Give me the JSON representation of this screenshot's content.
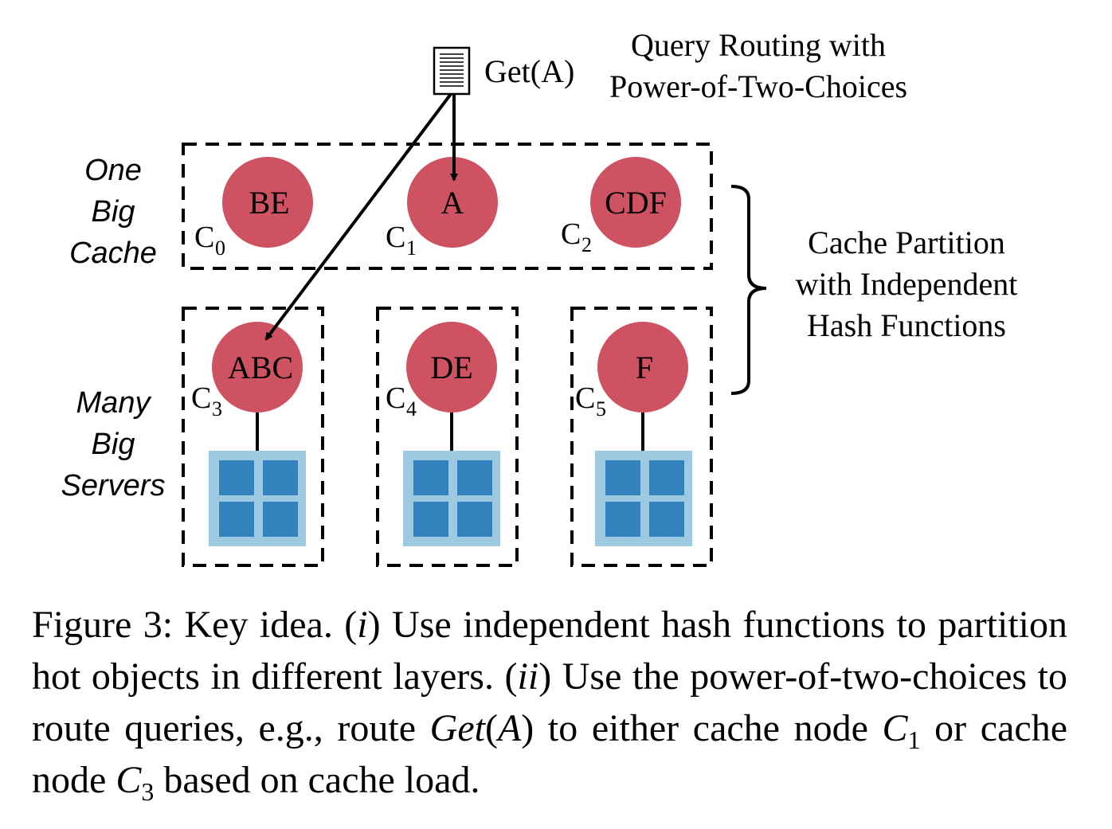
{
  "query": {
    "label": "Get(A)",
    "routing_title": [
      "Query Routing with",
      "Power-of-Two-Choices"
    ]
  },
  "layers": {
    "cache": [
      "One",
      "Big",
      "Cache"
    ],
    "servers": [
      "Many",
      "Big",
      "Servers"
    ]
  },
  "partition_label": [
    "Cache Partition",
    "with Independent",
    "Hash Functions"
  ],
  "nodes": [
    {
      "id": "C0",
      "letter": "C",
      "sub": "0",
      "objects": "BE"
    },
    {
      "id": "C1",
      "letter": "C",
      "sub": "1",
      "objects": "A"
    },
    {
      "id": "C2",
      "letter": "C",
      "sub": "2",
      "objects": "CDF"
    },
    {
      "id": "C3",
      "letter": "C",
      "sub": "3",
      "objects": "ABC"
    },
    {
      "id": "C4",
      "letter": "C",
      "sub": "4",
      "objects": "DE"
    },
    {
      "id": "C5",
      "letter": "C",
      "sub": "5",
      "objects": "F"
    }
  ],
  "caption": {
    "p1": "Figure 3: Key idea. (",
    "i": "i",
    "p2": ") Use independent hash functions to partition hot objects in different layers. (",
    "ii": "ii",
    "p3": ") Use the power-of-two-choices to route queries, e.g., route ",
    "get": "Get",
    "p4": "(",
    "a": "A",
    "p5": ") to either cache node ",
    "c": "C",
    "c1sub": "1",
    "p6": " or cache node ",
    "c2": "C",
    "c3sub": "3",
    "p7": " based on cache load."
  },
  "colors": {
    "node_fill": "#cf5262",
    "server_outer": "#9ecae1",
    "server_inner": "#3182bd"
  }
}
